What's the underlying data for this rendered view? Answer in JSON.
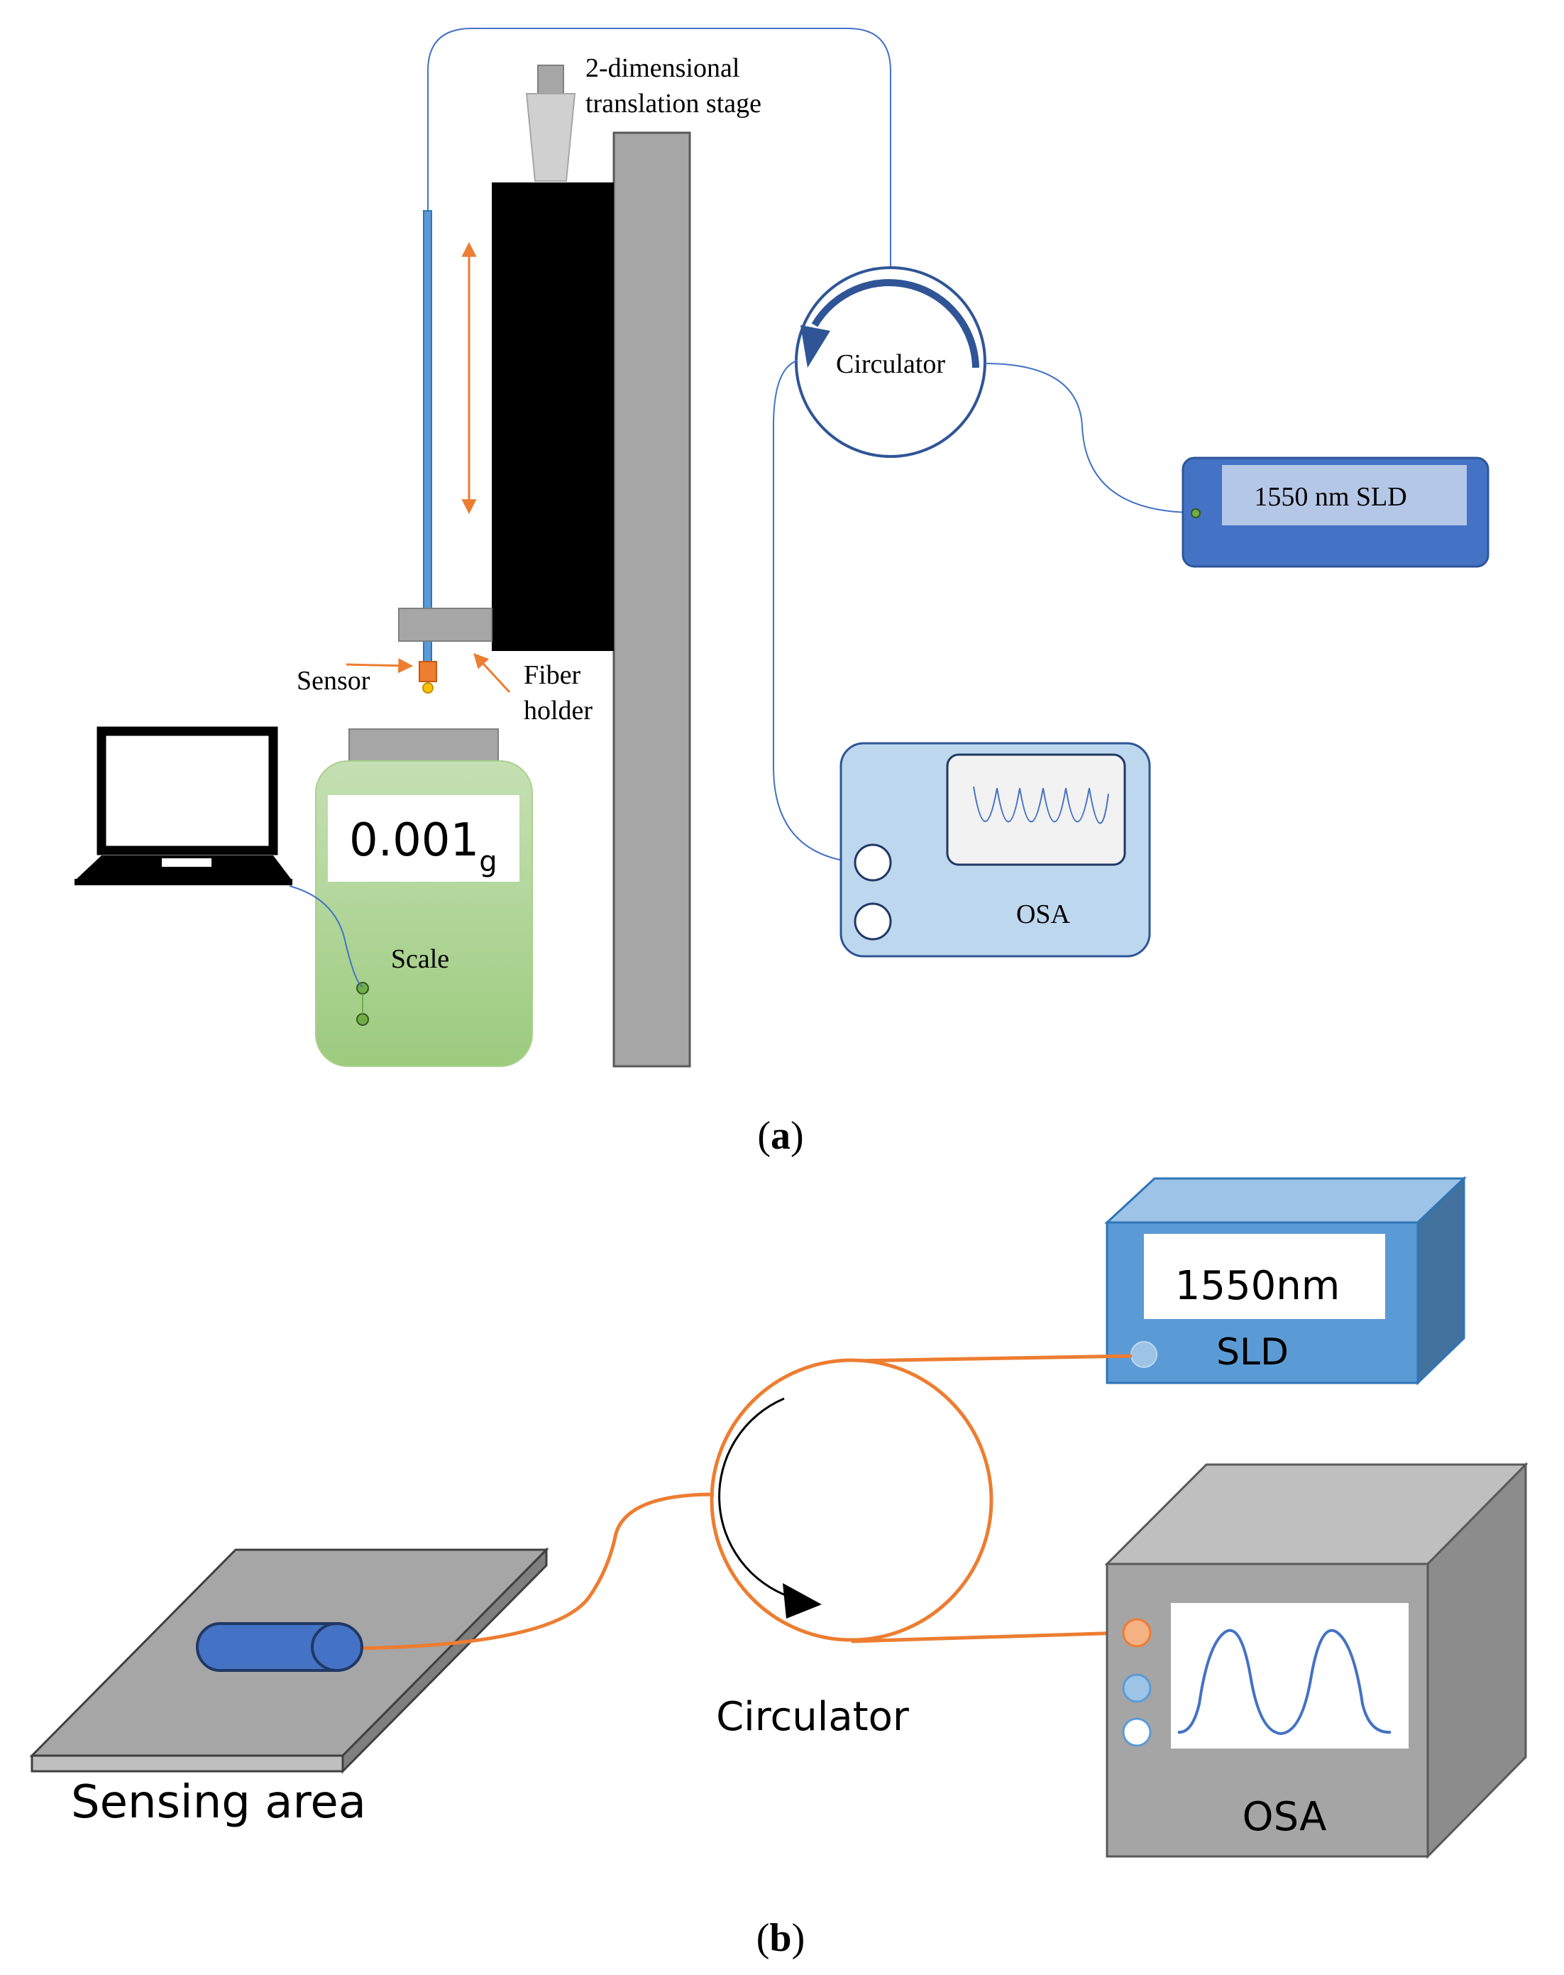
{
  "panel_a": {
    "caption_open": "(",
    "caption_letter": "a",
    "caption_close": ")",
    "stage_label_line1": "2-dimensional",
    "stage_label_line2": "translation stage",
    "circulator_label": "Circulator",
    "sld_label": "1550 nm SLD",
    "sensor_label": "Sensor",
    "fiber_holder_line1": "Fiber",
    "fiber_holder_line2": "holder",
    "scale_value": "0.001",
    "scale_unit": "g",
    "scale_label": "Scale",
    "osa_label": "OSA"
  },
  "panel_b": {
    "caption_open": "(",
    "caption_letter": "b",
    "caption_close": ")",
    "sld_display": "1550nm",
    "sld_label": "SLD",
    "circulator_label": "Circulator",
    "sensing_area_label": "Sensing area",
    "osa_label": "OSA"
  },
  "colors": {
    "fiber_a": "#4472C4",
    "fiber_b": "#ED7D31",
    "arrow_orange": "#ED7D31",
    "stage_gray": "#A6A6A6",
    "holder_black": "#000000",
    "sld_blue": "#4472C4",
    "sld_display": "#B4C7E7",
    "scale_green": "#A9D18E",
    "osa_light_blue": "#BDD7EE",
    "osa_gray": "#A5A5A5",
    "sld_box_blue": "#5B9BD5"
  }
}
